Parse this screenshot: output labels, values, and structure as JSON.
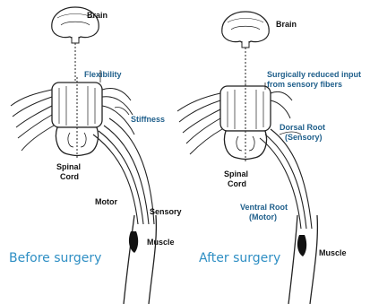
{
  "panels": [
    {
      "caption": "Before surgery",
      "labels": {
        "brain": "Brain",
        "flexibility": "Flexibility",
        "stiffness": "Stiffness",
        "spinal_cord_1": "Spinal",
        "spinal_cord_2": "Cord",
        "motor": "Motor",
        "sensory": "Sensory",
        "muscle": "Muscle"
      }
    },
    {
      "caption": "After surgery",
      "labels": {
        "brain": "Brain",
        "reduced_input_1": "Surgically reduced input",
        "reduced_input_2": "from sensory fibers",
        "dorsal_root_1": "Dorsal Root",
        "dorsal_root_2": "(Sensory)",
        "spinal_cord_1": "Spinal",
        "spinal_cord_2": "Cord",
        "ventral_root_1": "Ventral Root",
        "ventral_root_2": "(Motor)",
        "muscle": "Muscle"
      }
    }
  ],
  "colors": {
    "label_dark": "#111111",
    "label_blue": "#1f5f8b",
    "caption": "#2f8fc4",
    "outline": "#222222"
  }
}
